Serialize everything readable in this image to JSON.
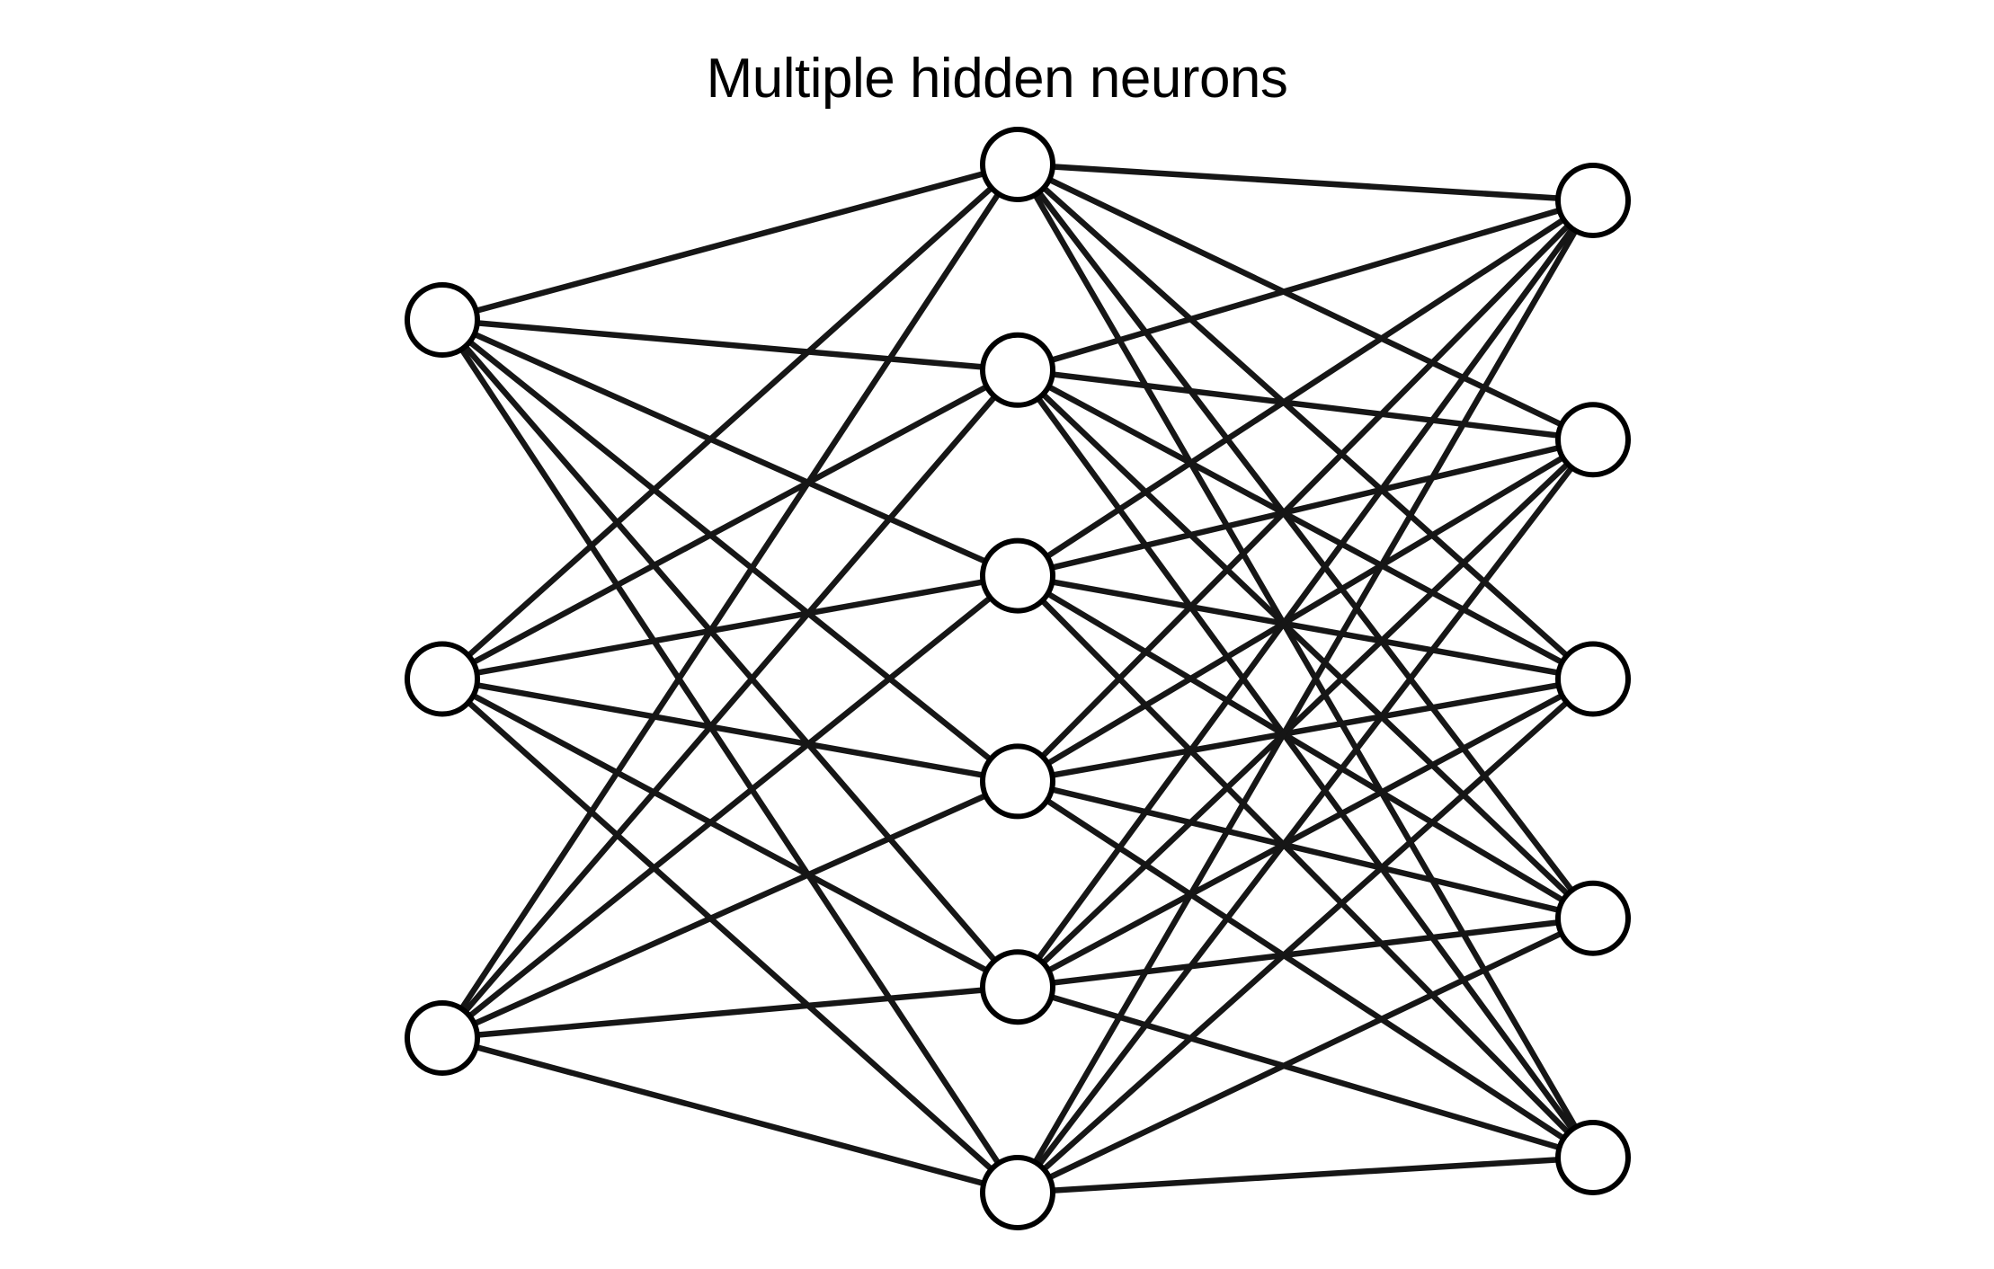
{
  "title": "Multiple hidden neurons",
  "network": {
    "layers": [
      {
        "name": "input",
        "neurons": 3
      },
      {
        "name": "hidden",
        "neurons": 6
      },
      {
        "name": "output",
        "neurons": 5
      }
    ],
    "connectivity": "fully-connected",
    "colors": {
      "edge": "#161616",
      "node_stroke": "#000000",
      "node_fill": "#ffffff",
      "background": "#ffffff"
    }
  }
}
